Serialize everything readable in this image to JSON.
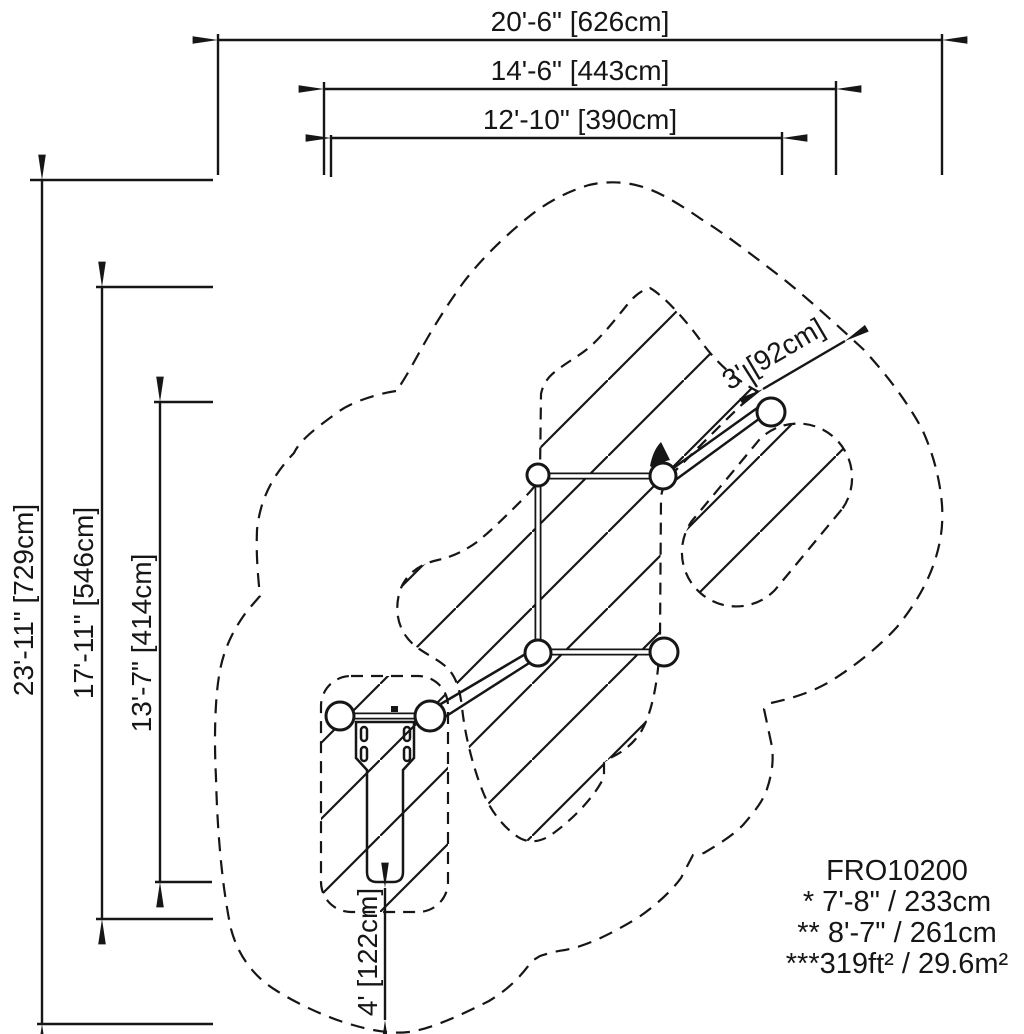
{
  "colors": {
    "background": "#ffffff",
    "line": "#161616"
  },
  "title_block": {
    "model": "FRO10200",
    "note_fall_height": "* 7'-8\" / 233cm",
    "note_deck_height": "** 8'-7\" / 261cm",
    "note_use_zone_area": "***319ft² / 29.6m²"
  },
  "dimensions": {
    "top": [
      {
        "label": "20'-6\" [626cm]"
      },
      {
        "label": "14'-6\" [443cm]"
      },
      {
        "label": "12'-10\" [390cm]"
      }
    ],
    "left": [
      {
        "label": "23'-11\" [729cm]"
      },
      {
        "label": "17'-11\" [546cm]"
      },
      {
        "label": "13'-7\" [414cm]"
      }
    ],
    "diagonal": {
      "label": "3' [92cm]"
    },
    "bottom": {
      "label": "4' [122cm]"
    }
  }
}
